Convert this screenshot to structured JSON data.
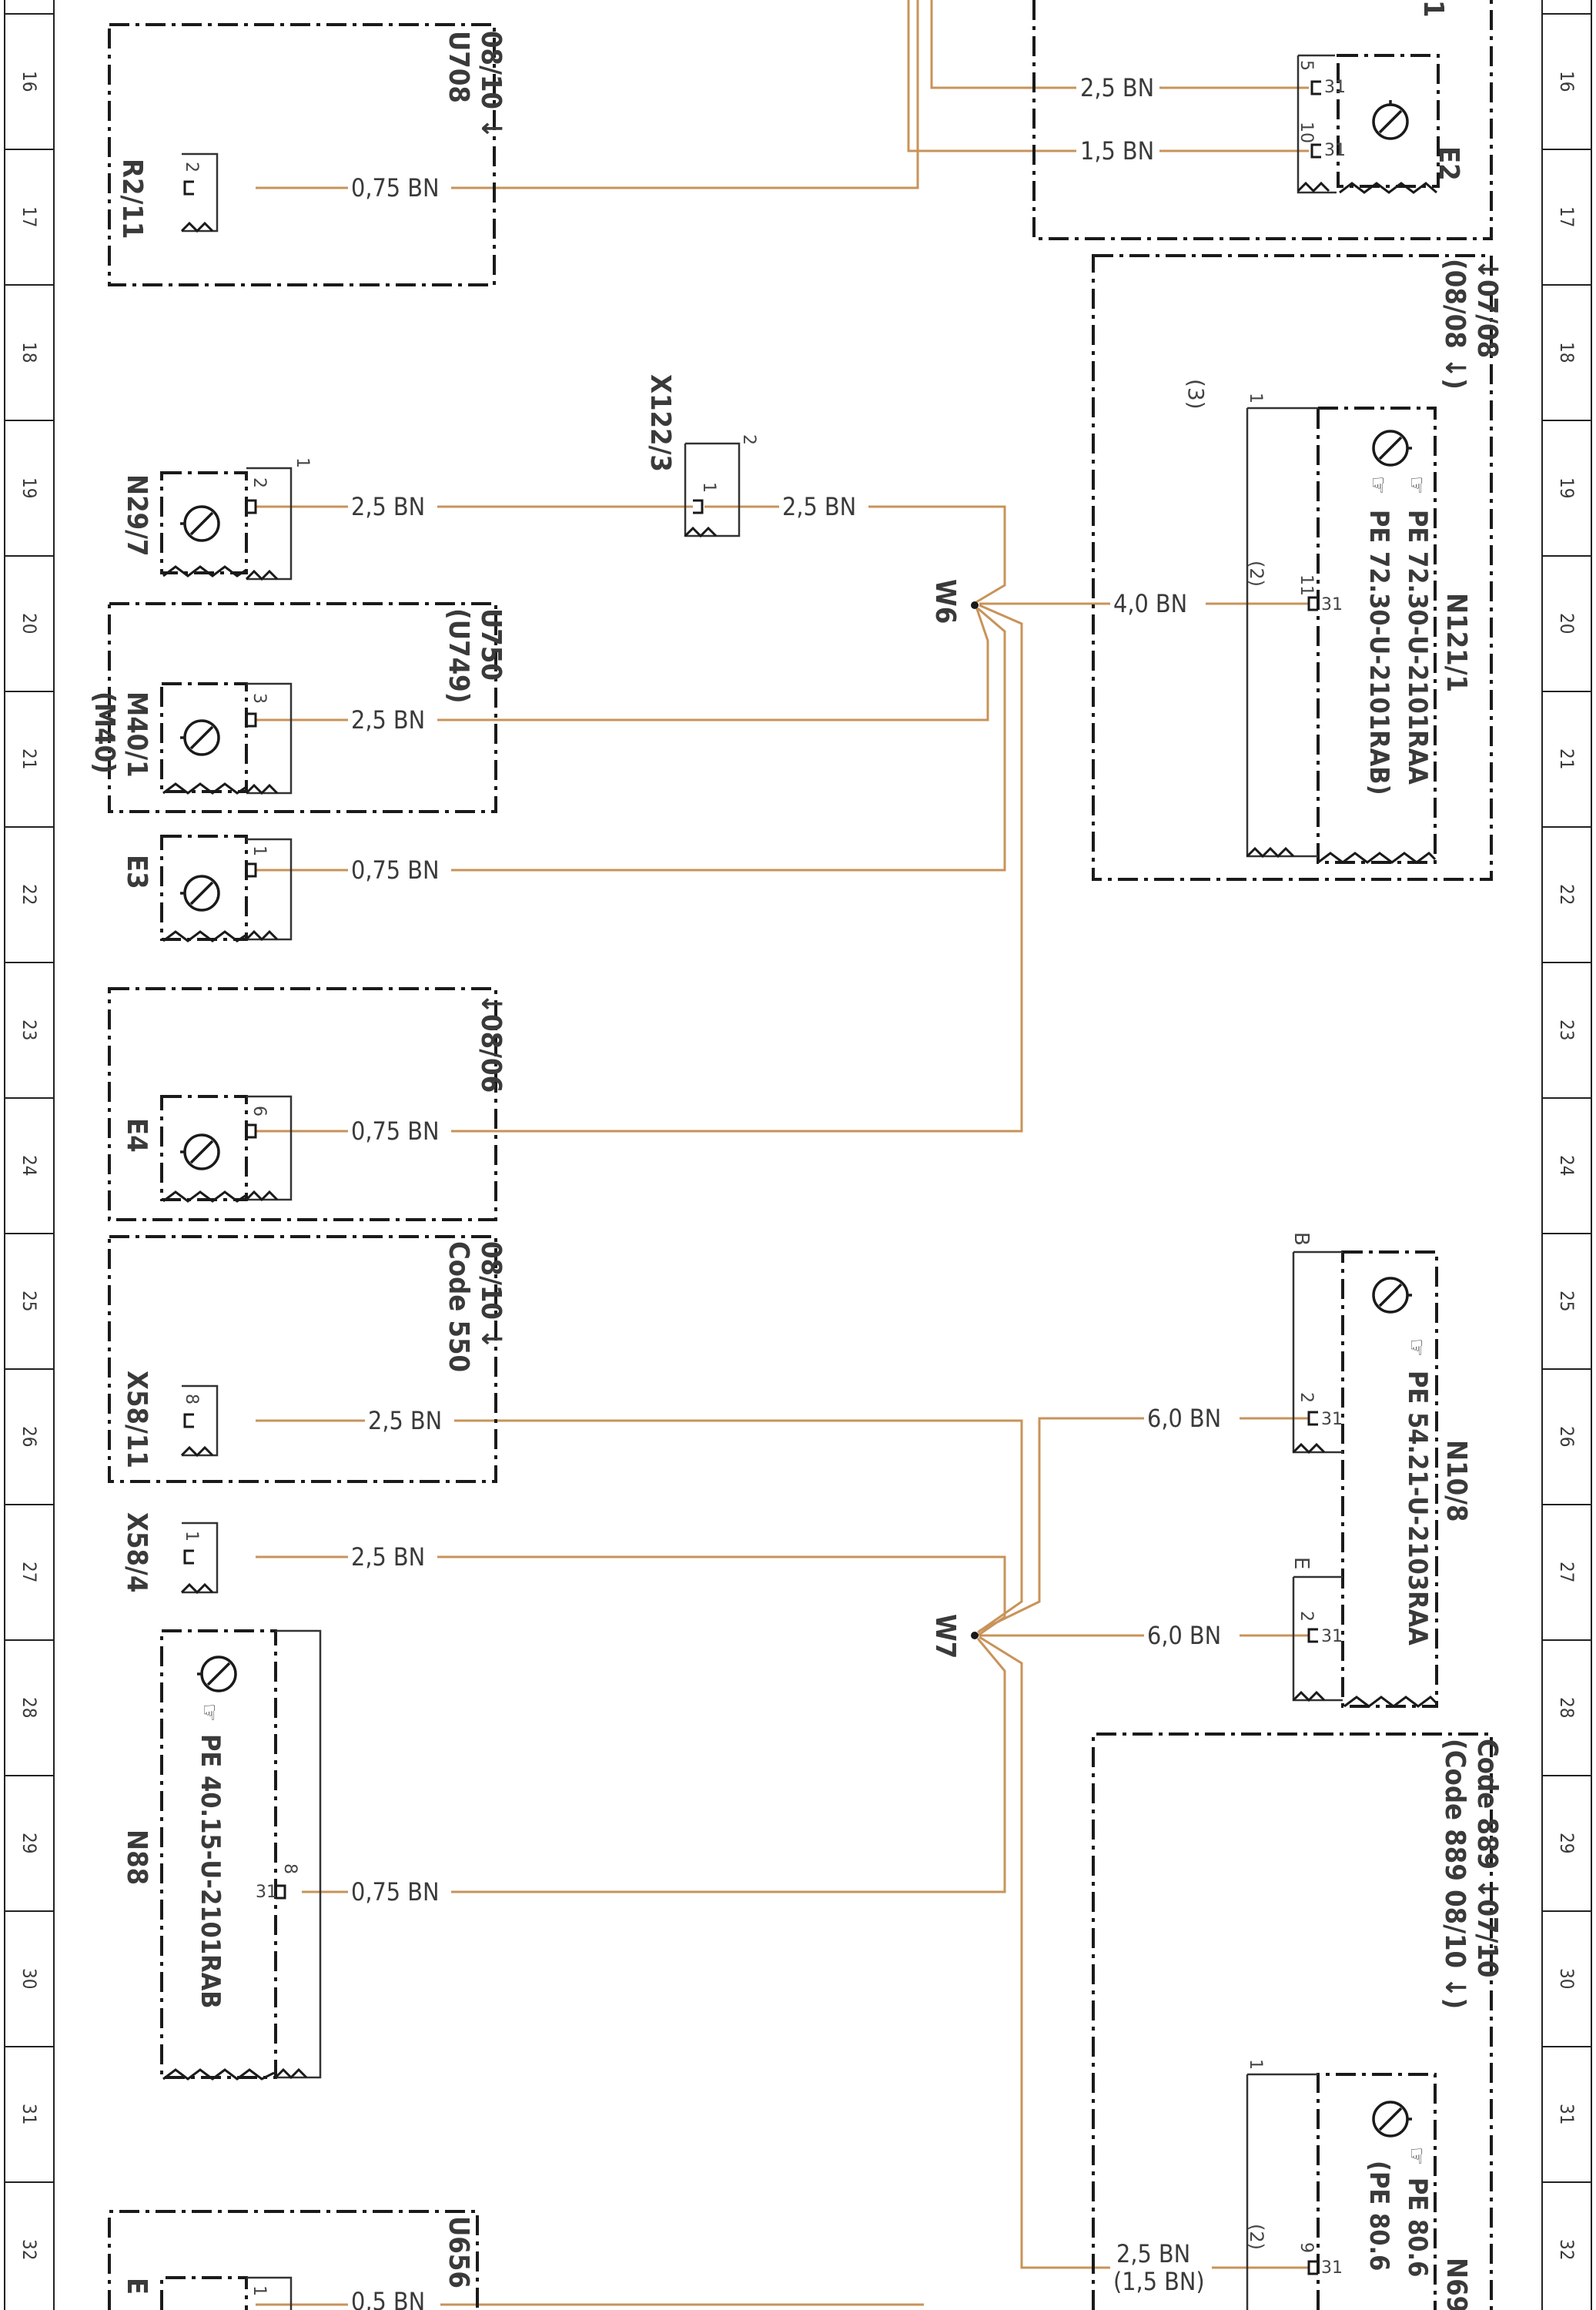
{
  "colors": {
    "wire": "#c8935a",
    "ink": "#1a1a1a",
    "text": "#3a3a3a"
  },
  "ruler": [
    "16",
    "17",
    "18",
    "19",
    "20",
    "21",
    "22",
    "23",
    "24",
    "25",
    "26",
    "27",
    "28",
    "29",
    "30",
    "31",
    "32"
  ],
  "boxes": {
    "u708": "U708",
    "u708_ref": "08/10 ↓",
    "u750": "U750",
    "u749": "(U749)",
    "ref_0806": "↓08/06",
    "code550_ref": "08/10 ↓",
    "code550": "Code 550",
    "ref_0708": "↓07/08",
    "ref_0808": "(08/08 ↓)",
    "code889": "Code 889 ↓07/10",
    "code889_alt": "(Code 889  08/10 ↓)",
    "u656": "U656"
  },
  "components": {
    "e2": "E2",
    "e1_partial": "1",
    "r2_11": "R2/11",
    "n29_7": "N29/7",
    "m40_1": "M40/1",
    "m40": "(M40)",
    "e3": "E3",
    "e4": "E4",
    "x58_11": "X58/11",
    "x58_4": "X58/4",
    "n88": "N88",
    "n88_pe": "PE 40.15-U-2101RAB",
    "x122_3": "X122/3",
    "n121_1": "N121/1",
    "n121_pe1": "PE  72.30-U-2101RAA",
    "n121_pe2": "PE  72.30-U-2101RAB)",
    "n10_8": "N10/8",
    "n10_pe": "PE  54.21-U-2103RAA",
    "n69": "N69",
    "n69_pe1": "PE  80.6",
    "n69_pe2": "(PE  80.6",
    "e_partial": "E"
  },
  "splices": {
    "w6": "W6",
    "w7": "W7"
  },
  "wires": {
    "e2_top": "2,5 BN",
    "e2_bottom": "1,5 BN",
    "r2_11": "0,75 BN",
    "n29_7": "2,5 BN",
    "x122": "2,5 BN",
    "n121": "4,0 BN",
    "m40": "2,5 BN",
    "e3": "0,75 BN",
    "e4": "0,75 BN",
    "x58_11": "2,5 BN",
    "n10_b": "6,0 BN",
    "x58_4": "2,5 BN",
    "n10_e": "6,0 BN",
    "n88": "0,75 BN",
    "n69": "2,5 BN",
    "n69_alt": "(1,5 BN)",
    "u656": "0,5 BN"
  },
  "pins": {
    "e2_a": "5",
    "e2_a31": "31",
    "e2_b": "10",
    "e2_b31": "31",
    "r2_11": "2",
    "n29_7_a": "1",
    "n29_7_b": "2",
    "x122_a": "2",
    "x122_b": "1",
    "n121_c": "1",
    "n121_c3": "(3)",
    "n121_c2": "(2)",
    "n121_p": "11",
    "n121_p31": "31",
    "m40": "3",
    "e3": "1",
    "e4": "6",
    "x58_11": "8",
    "x58_4": "1",
    "n10_b_conn": "B",
    "n10_b": "2",
    "n10_b31": "31",
    "n10_e_conn": "E",
    "n10_e": "2",
    "n10_e31": "31",
    "n88": "8",
    "n88_31": "31",
    "n69_c": "1",
    "n69_c2": "(2)",
    "n69_p": "9",
    "n69_p31": "31",
    "u656": "1"
  }
}
